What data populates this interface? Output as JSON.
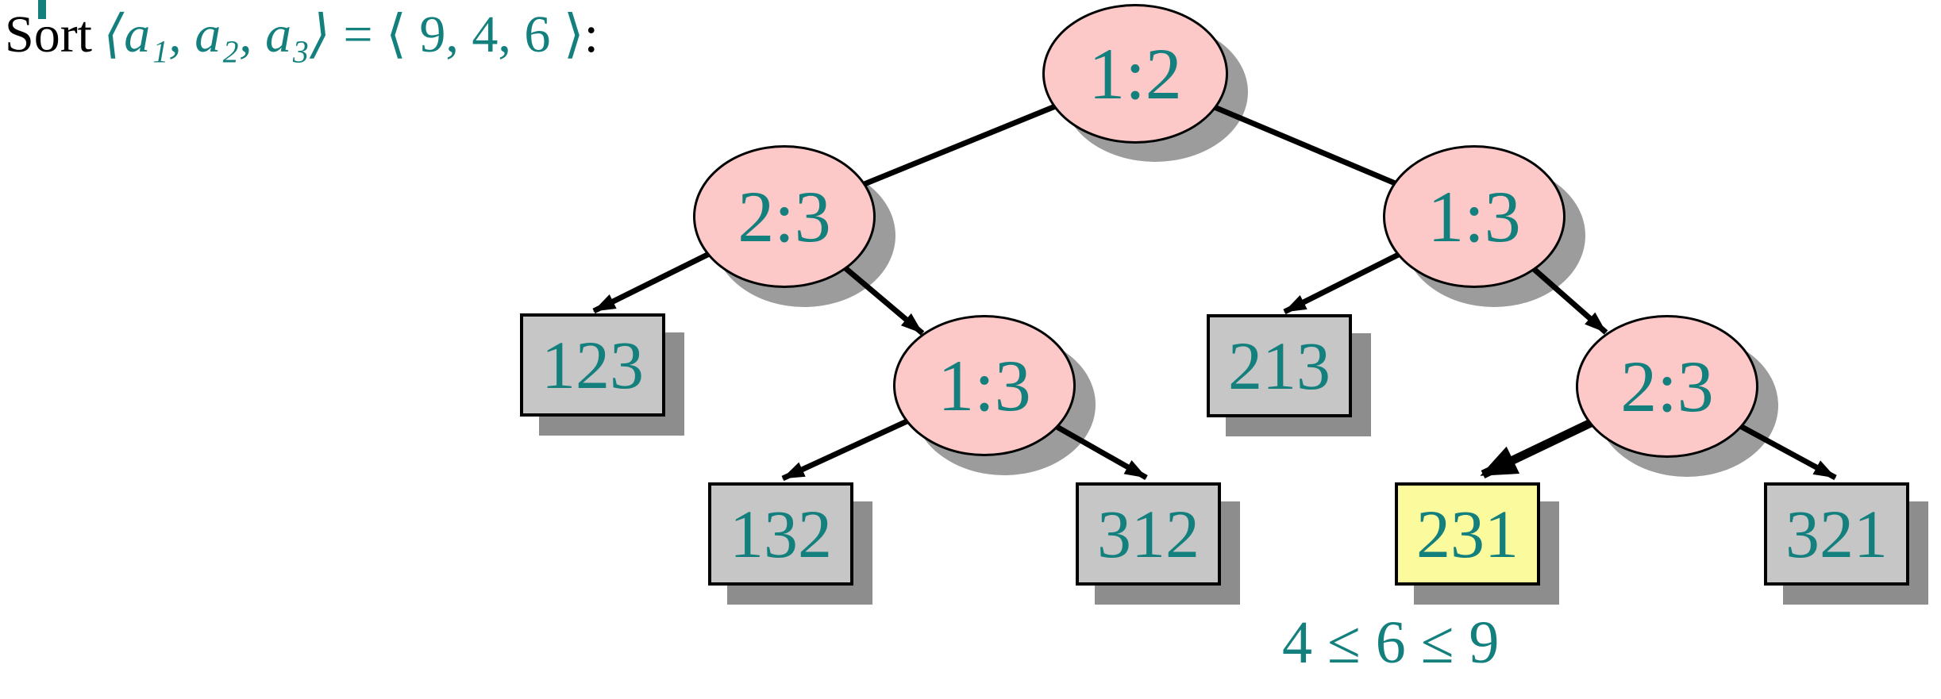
{
  "title": {
    "sort": "Sort",
    "sequence_vars": "⟨a₁, a₂, a₃⟩",
    "equals": " = ",
    "sequence_values": "⟨ 9, 4, 6 ⟩",
    "colon": ":"
  },
  "tree": {
    "comparison_nodes": {
      "root": "1:2",
      "left": "2:3",
      "left_right": "1:3",
      "right": "1:3",
      "right_right": "2:3"
    },
    "leaf_nodes": {
      "leaf_123": "123",
      "leaf_132": "132",
      "leaf_312": "312",
      "leaf_213": "213",
      "leaf_231": "231",
      "leaf_321": "321"
    },
    "edges": [
      [
        "root",
        "left"
      ],
      [
        "root",
        "right"
      ],
      [
        "left",
        "leaf_123"
      ],
      [
        "left",
        "left_right"
      ],
      [
        "left_right",
        "leaf_132"
      ],
      [
        "left_right",
        "leaf_312"
      ],
      [
        "right",
        "leaf_213"
      ],
      [
        "right",
        "right_right"
      ],
      [
        "right_right",
        "leaf_231"
      ],
      [
        "right_right",
        "leaf_321"
      ]
    ],
    "highlighted_leaf": "231",
    "highlighted_edge": [
      "right_right",
      "leaf_231"
    ]
  },
  "annotation": {
    "result": "4 ≤ 6 ≤ 9"
  },
  "colors": {
    "comparison_node_fill": "#fcc8c8",
    "leaf_fill": "#c6c6c6",
    "highlight_leaf_fill": "#fbfb9e",
    "teal_text": "#14807e",
    "edge_color": "#000000",
    "ellipse_shadow": "#9c9c9c",
    "box_shadow": "#8d8d8d",
    "background": "#ffffff"
  }
}
